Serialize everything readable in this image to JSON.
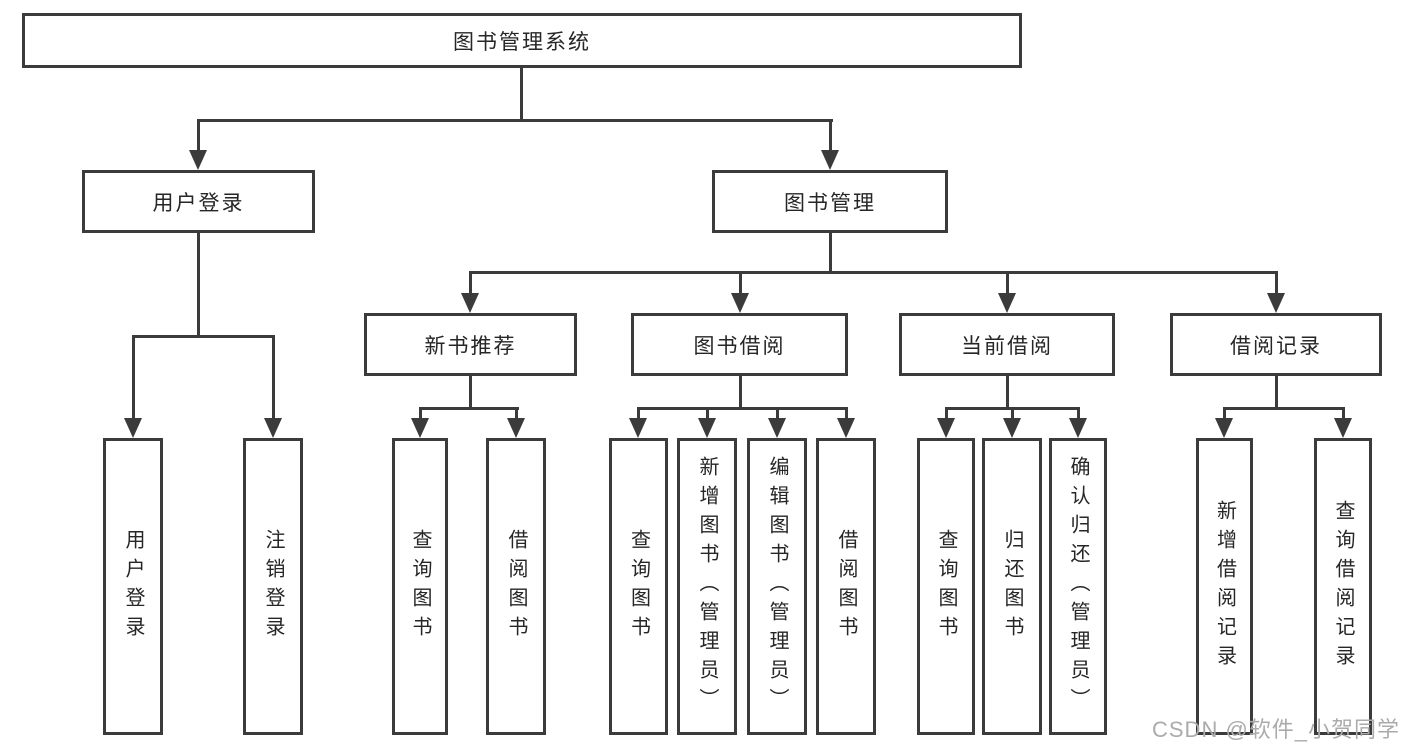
{
  "diagram": {
    "root": "图书管理系统",
    "branches": {
      "user_login": {
        "label": "用户登录",
        "children": [
          "用户登录",
          "注销登录"
        ]
      },
      "book_management": {
        "label": "图书管理",
        "sections": {
          "new_book_recommend": {
            "label": "新书推荐",
            "children": [
              "查询图书",
              "借阅图书"
            ]
          },
          "book_borrow": {
            "label": "图书借阅",
            "children": [
              "查询图书",
              "新增图书（管理员）",
              "编辑图书（管理员）",
              "借阅图书"
            ]
          },
          "current_borrow": {
            "label": "当前借阅",
            "children": [
              "查询图书",
              "归还图书",
              "确认归还（管理员）"
            ]
          },
          "borrow_record": {
            "label": "借阅记录",
            "children": [
              "新增借阅记录",
              "查询借阅记录"
            ]
          }
        }
      }
    }
  },
  "watermark": {
    "text": "CSDN @软件_小贺同学"
  },
  "colors": {
    "line": "#3b3b3b",
    "node_border": "#3b3b3b",
    "node_background": "#ffffff",
    "text": "#262626",
    "watermark": "#ababab",
    "page_background": "#ffffff"
  }
}
